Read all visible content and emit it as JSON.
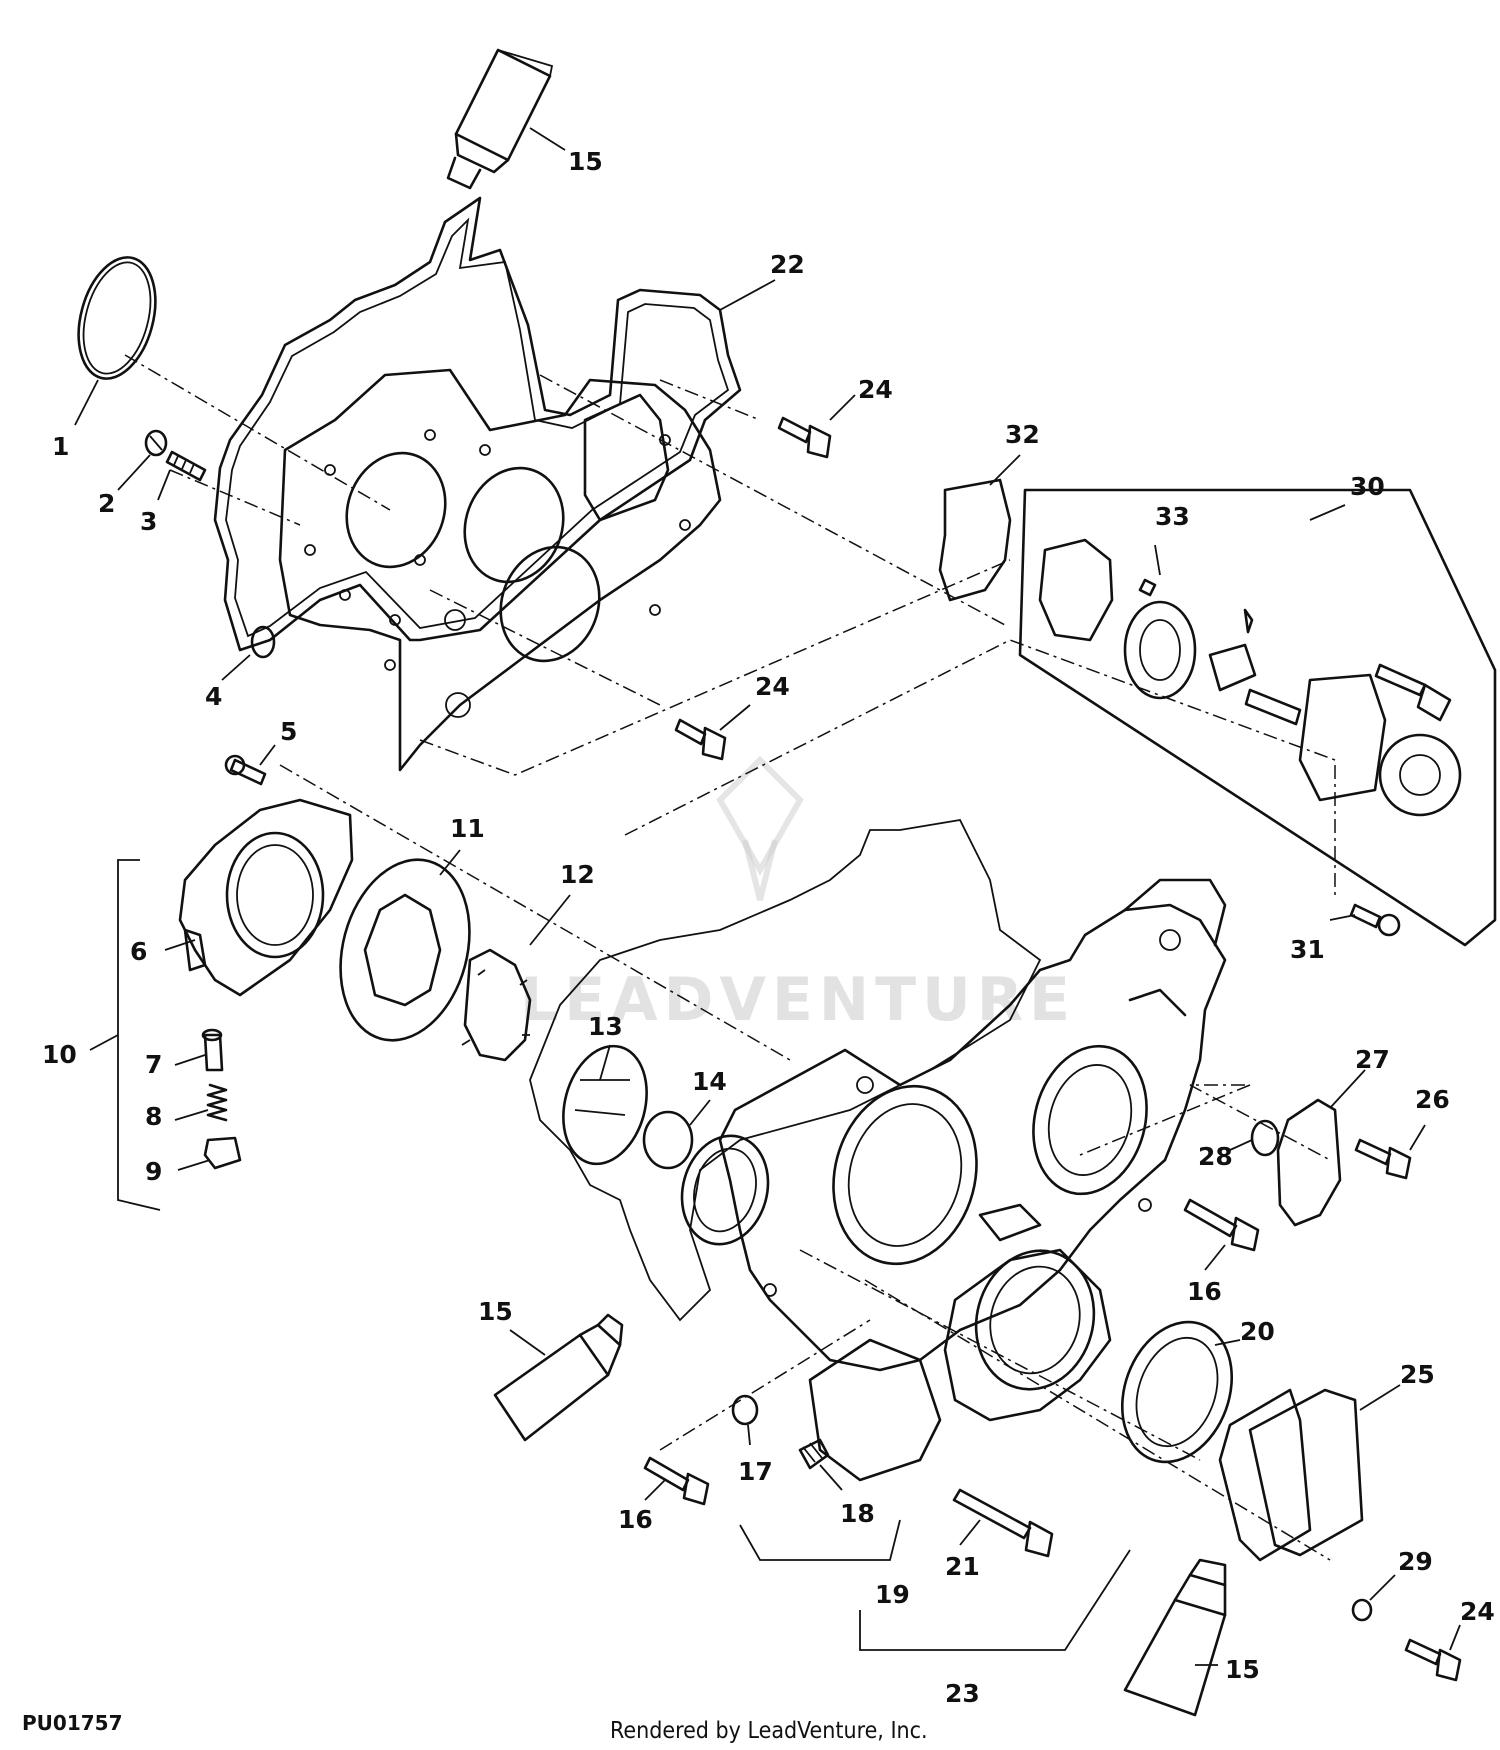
{
  "figure_id": "PU01757",
  "footer_text": "Rendered by LeadVenture, Inc.",
  "watermark_text": "LEADVENTURE",
  "callouts": [
    {
      "id": "c15a",
      "text": "15"
    },
    {
      "id": "c22",
      "text": "22"
    },
    {
      "id": "c24a",
      "text": "24"
    },
    {
      "id": "c1",
      "text": "1"
    },
    {
      "id": "c2",
      "text": "2"
    },
    {
      "id": "c3",
      "text": "3"
    },
    {
      "id": "c32",
      "text": "32"
    },
    {
      "id": "c30",
      "text": "30"
    },
    {
      "id": "c33",
      "text": "33"
    },
    {
      "id": "c4",
      "text": "4"
    },
    {
      "id": "c24b",
      "text": "24"
    },
    {
      "id": "c5",
      "text": "5"
    },
    {
      "id": "c11",
      "text": "11"
    },
    {
      "id": "c12",
      "text": "12"
    },
    {
      "id": "c6",
      "text": "6"
    },
    {
      "id": "c31",
      "text": "31"
    },
    {
      "id": "c10",
      "text": "10"
    },
    {
      "id": "c13",
      "text": "13"
    },
    {
      "id": "c7",
      "text": "7"
    },
    {
      "id": "c14",
      "text": "14"
    },
    {
      "id": "c27",
      "text": "27"
    },
    {
      "id": "c26",
      "text": "26"
    },
    {
      "id": "c8",
      "text": "8"
    },
    {
      "id": "c28",
      "text": "28"
    },
    {
      "id": "c9",
      "text": "9"
    },
    {
      "id": "c16a",
      "text": "16"
    },
    {
      "id": "c15b",
      "text": "15"
    },
    {
      "id": "c20",
      "text": "20"
    },
    {
      "id": "c25",
      "text": "25"
    },
    {
      "id": "c17",
      "text": "17"
    },
    {
      "id": "c16b",
      "text": "16"
    },
    {
      "id": "c18",
      "text": "18"
    },
    {
      "id": "c21",
      "text": "21"
    },
    {
      "id": "c29",
      "text": "29"
    },
    {
      "id": "c19",
      "text": "19"
    },
    {
      "id": "c24c",
      "text": "24"
    },
    {
      "id": "c15c",
      "text": "15"
    },
    {
      "id": "c23",
      "text": "23"
    }
  ]
}
